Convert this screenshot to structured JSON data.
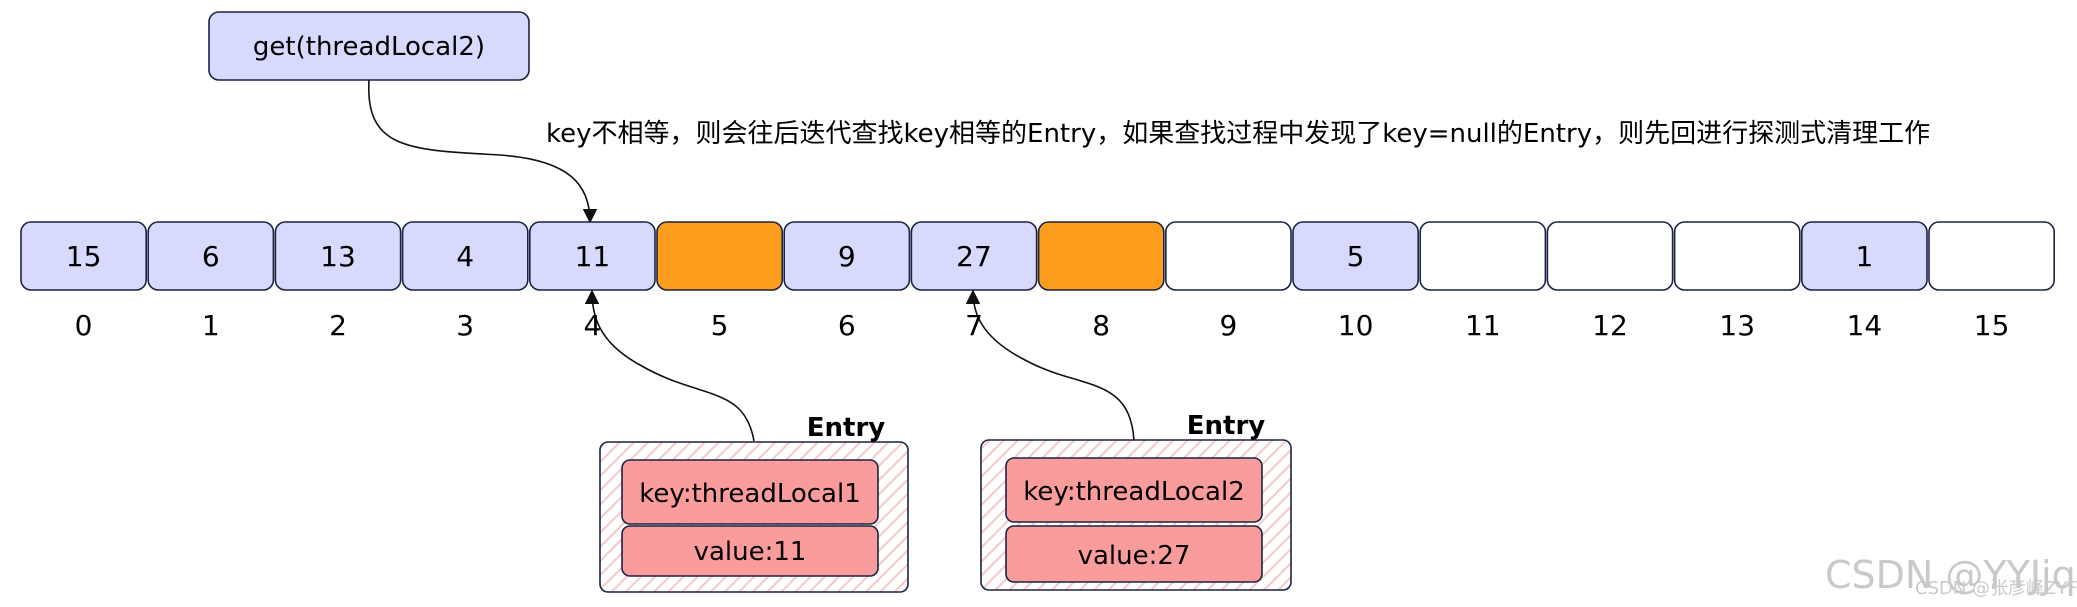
{
  "call_box": {
    "label": "get(threadLocal2)"
  },
  "note": "key不相等，则会往后迭代查找key相等的Entry，如果查找过程中发现了key=null的Entry，则先回进行探测式清理工作",
  "cells": [
    {
      "value": "15",
      "state": "filled"
    },
    {
      "value": "6",
      "state": "filled"
    },
    {
      "value": "13",
      "state": "filled"
    },
    {
      "value": "4",
      "state": "filled"
    },
    {
      "value": "11",
      "state": "filled"
    },
    {
      "value": "",
      "state": "stale"
    },
    {
      "value": "9",
      "state": "filled"
    },
    {
      "value": "27",
      "state": "filled"
    },
    {
      "value": "",
      "state": "stale"
    },
    {
      "value": "",
      "state": "empty"
    },
    {
      "value": "5",
      "state": "filled"
    },
    {
      "value": "",
      "state": "empty"
    },
    {
      "value": "",
      "state": "empty"
    },
    {
      "value": "",
      "state": "empty"
    },
    {
      "value": "1",
      "state": "filled"
    },
    {
      "value": "",
      "state": "empty"
    }
  ],
  "indices": [
    "0",
    "1",
    "2",
    "3",
    "4",
    "5",
    "6",
    "7",
    "8",
    "9",
    "10",
    "11",
    "12",
    "13",
    "14",
    "15"
  ],
  "entries": [
    {
      "title": "Entry",
      "key": "key:threadLocal1",
      "value": "value:11"
    },
    {
      "title": "Entry",
      "key": "key:threadLocal2",
      "value": "value:27"
    }
  ],
  "watermark": {
    "main": "CSDN @YYJjq",
    "sub": "CSDN @张彦峰ZYF"
  },
  "colors": {
    "filled": "#d7dafc",
    "stale": "#fd9d1d",
    "empty": "#ffffff",
    "entry_field": "#fb9c9c",
    "stroke": "#1a2340"
  }
}
